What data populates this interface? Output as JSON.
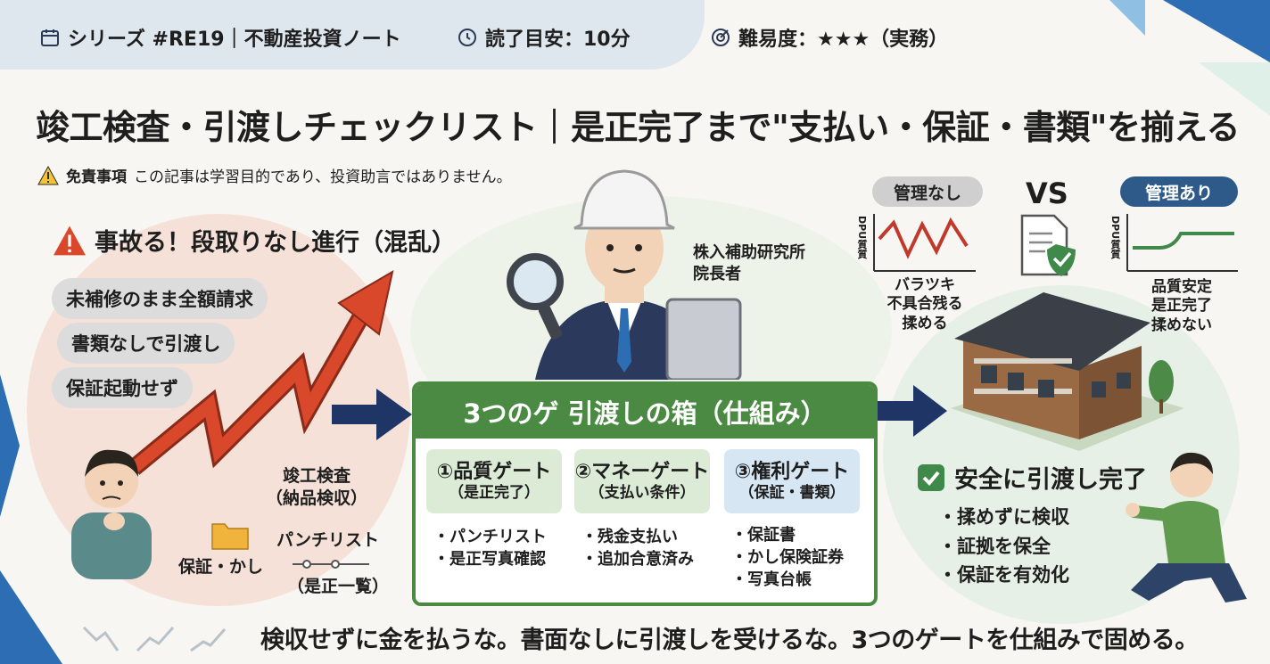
{
  "header": {
    "series": "シリーズ #RE19｜不動産投資ノート",
    "reading_time": "読了目安：10分",
    "difficulty": "難易度：★★★（実務）"
  },
  "title": "竣工検査・引渡しチェックリスト｜是正完了まで\"支払い・保証・書類\"を揃える",
  "disclaimer": {
    "label": "免責事項",
    "text": "この記事は学習目的であり、投資助言ではありません。"
  },
  "problem": {
    "heading": "事故る！段取りなし進行（混乱）",
    "items": [
      "未補修のまま全額請求",
      "書類なしで引渡し",
      "保証起動せず"
    ],
    "labels": {
      "inspection": "竣工検査",
      "inspection_sub": "（納品検収）",
      "warranty": "保証・かし",
      "punchlist": "パンチリスト",
      "punchlist_sub": "（是正一覧）"
    }
  },
  "profile": {
    "line1": "株入補助研究所",
    "line2": "院長者"
  },
  "mechanism": {
    "heading": "3つのゲ 引渡しの箱（仕組み）",
    "gates": [
      {
        "title": "①品質ゲート",
        "sub": "（是正完了）",
        "items": [
          "・パンチリスト",
          "・是正写真確認"
        ],
        "color": "#dcebd6"
      },
      {
        "title": "②マネーゲート",
        "sub": "（支払い条件）",
        "items": [
          "・残金支払い",
          "・追加合意済み"
        ],
        "color": "#dcebd6"
      },
      {
        "title": "③権利ゲート",
        "sub": "（保証・書類）",
        "items": [
          "・保証書",
          "・かし保険証券",
          "・写真台帳"
        ],
        "color": "#d6e6f3"
      }
    ]
  },
  "compare": {
    "without_label": "管理なし",
    "with_label": "管理あり",
    "vs": "VS",
    "axis": "DPU質質",
    "without_notes": [
      "バラツキ",
      "不具合残る",
      "揉める"
    ],
    "with_notes": [
      "品質安定",
      "是正完了",
      "揉めない"
    ]
  },
  "result": {
    "heading": "安全に引渡し完了",
    "items": [
      "・揉めずに検収",
      "・証拠を保全",
      "・保証を有効化"
    ]
  },
  "footer": "検収せずに金を払うな。書面なしに引渡しを受けるな。3つのゲートを仕組みで固める。",
  "colors": {
    "primary_green": "#4a8a43",
    "navy_arrow": "#1f3566",
    "red_arrow": "#d9482b",
    "tag_blue": "#2e5a8a"
  }
}
